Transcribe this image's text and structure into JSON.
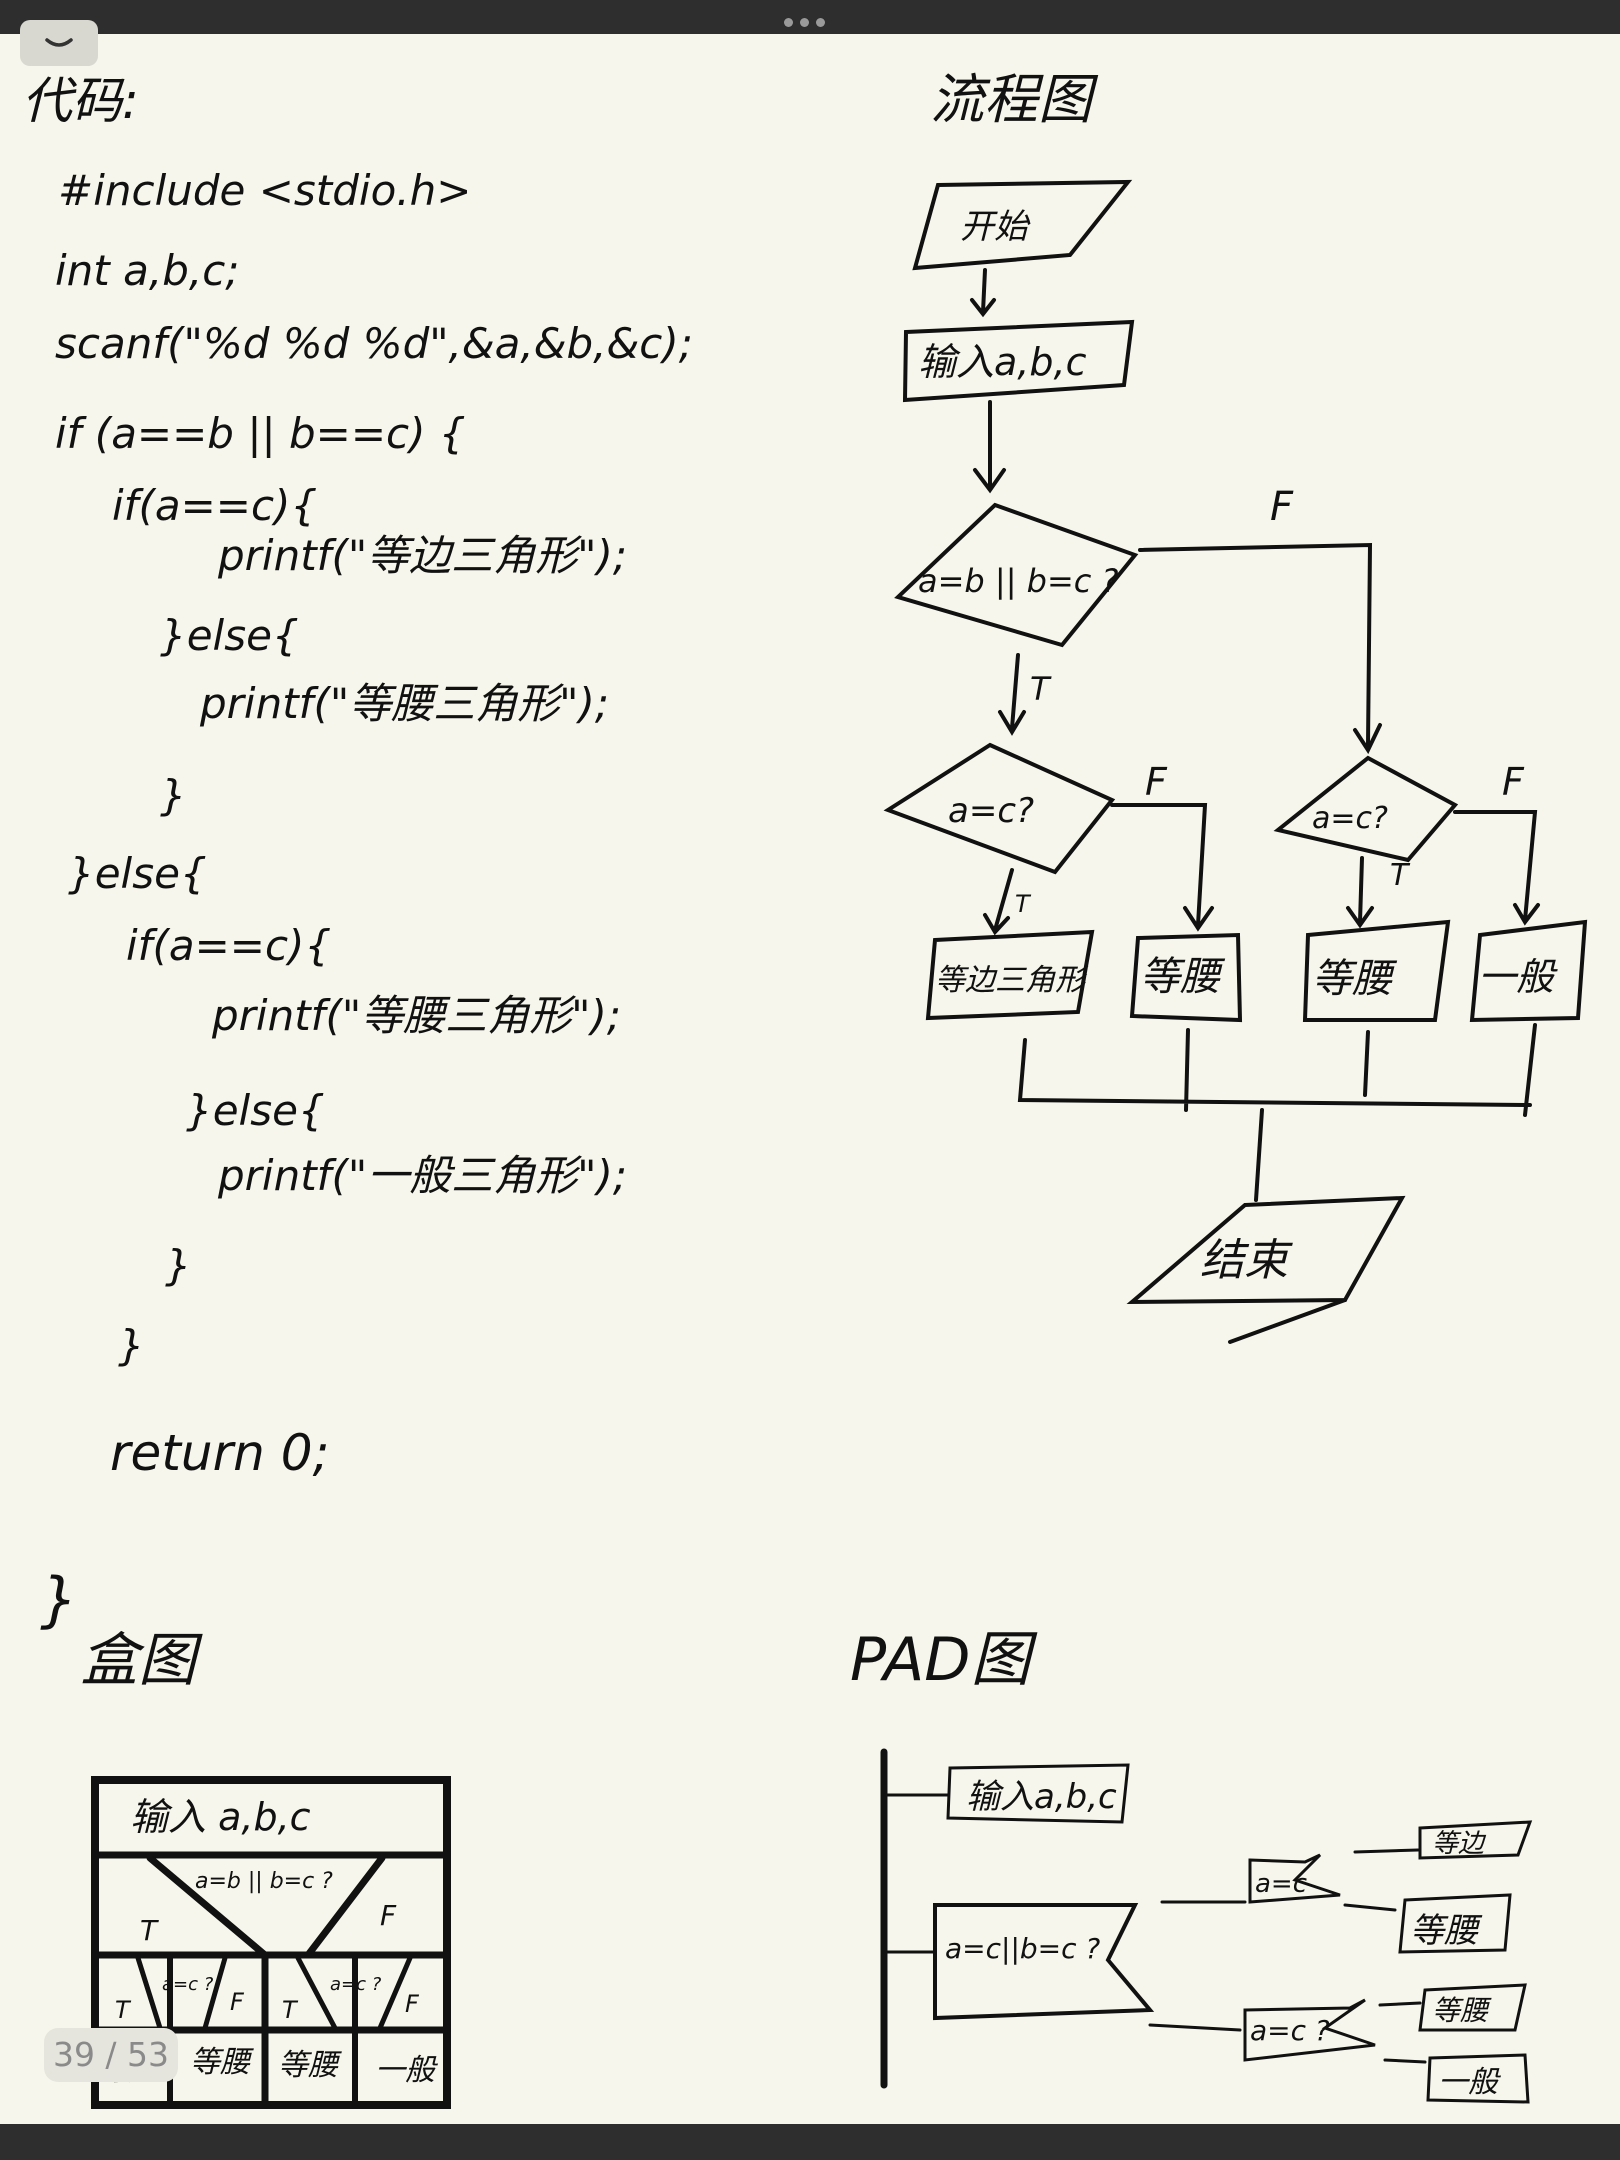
{
  "app": {
    "page_indicator": "39 / 53"
  },
  "code_section": {
    "heading": "代码:",
    "lines": [
      "#include <stdio.h>",
      "int a,b,c;",
      "scanf(\"%d %d %d\",&a,&b,&c);",
      "if (a==b || b==c) {",
      "if(a==c){",
      "printf(\"等边三角形\");",
      "}else{",
      "printf(\"等腰三角形\");",
      "}",
      "}else{",
      "if(a==c){",
      "printf(\"等腰三角形\");",
      "}else{",
      "printf(\"一般三角形\");",
      "}",
      "}",
      "return 0;",
      "}"
    ]
  },
  "flowchart": {
    "heading": "流程图",
    "start": "开始",
    "input": "输入a,b,c",
    "cond_main": "a=b || b=c ?",
    "cond_left": "a=c?",
    "cond_right": "a=c?",
    "label_t": "T",
    "label_f": "F",
    "box1": "等边三角形",
    "box2": "等腰",
    "box3": "等腰",
    "box4": "一般",
    "end": "结束"
  },
  "box_diagram": {
    "heading": "盒图",
    "input": "输入 a,b,c",
    "cond_main": "a=b || b=c ?",
    "cond_sub_left": "a=c ?",
    "cond_sub_right": "a=c ?",
    "t": "T",
    "f": "F",
    "cells": [
      "等边",
      "等腰",
      "等腰",
      "一般"
    ]
  },
  "pad_diagram": {
    "heading": "PAD图",
    "input": "输入a,b,c",
    "cond_main": "a=c||b=c ?",
    "cond_upper": "a=c",
    "cond_lower": "a=c ?",
    "leaf1": "等边",
    "leaf2": "等腰",
    "leaf3": "等腰",
    "leaf4": "一般"
  }
}
